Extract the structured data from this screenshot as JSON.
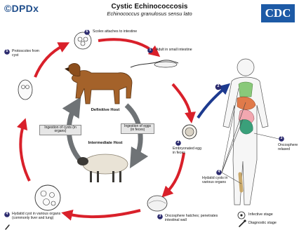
{
  "header": {
    "brand": "©DPDx",
    "title": "Cystic Echinococcosis",
    "subtitle": "Echinococcus granulosus sensu lato",
    "logo_text": "CDC"
  },
  "stages": [
    {
      "number": "1",
      "label": "Adult in small intestine"
    },
    {
      "number": "2",
      "label": "Embryonated egg in feces"
    },
    {
      "number": "3",
      "label": "Oncosphere hatches; penetrates intestinal wall"
    },
    {
      "number": "4",
      "label": "Hydatid cyst in various organs (commonly liver and lung)"
    },
    {
      "number": "5",
      "label": "Protoscolex from cyst"
    },
    {
      "number": "6",
      "label": "Scolex attaches to intestine"
    }
  ],
  "human_labels": {
    "stage2": "2",
    "stage3_number": "3",
    "stage3_label": "Oncosphere relased",
    "stage4_number": "4",
    "stage4_label": "Hydatid cysts in various organs"
  },
  "hosts": {
    "definitive": "Definitive Host",
    "intermediate": "Intermediate Host"
  },
  "boxes": {
    "cysts": "Ingestion of cysts (in organs)",
    "eggs": "Ingestion of eggs (in feces)"
  },
  "legend": {
    "infective": "Infective stage",
    "diagnostic": "Diagnostic stage"
  },
  "colors": {
    "cycle_red": "#d9202a",
    "human_blue": "#1d3a8f",
    "inner_gray": "#6f7376",
    "stage_circle": "#2b2a6e"
  }
}
